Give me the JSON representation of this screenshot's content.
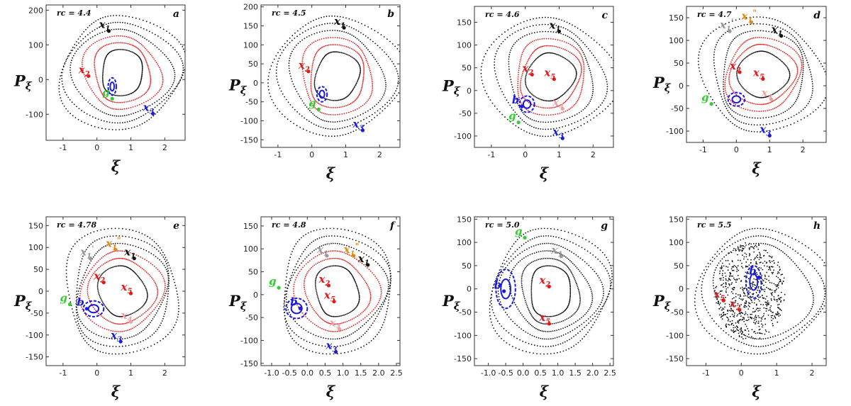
{
  "colors": {
    "black": "#111111",
    "red": "#e01a1a",
    "blue": "#1a1ae0",
    "green": "#33cc33",
    "gray": "#999999",
    "orange": "#e08a10",
    "pink": "#f0a0a0",
    "purple": "#8833aa"
  },
  "y_axis_symbol": "P",
  "y_axis_subscript": "ξ",
  "x_axis_symbol": "ξ",
  "chart_data": [
    {
      "panel": "a",
      "type": "scatter",
      "rc_label": "rc = 4.4",
      "xlim": [
        -1.5,
        2.6
      ],
      "ylim": [
        -175,
        215
      ],
      "xticks": [
        "-1",
        "0",
        "1",
        "2"
      ],
      "xtick_values": [
        -1,
        0,
        1,
        2
      ],
      "yticks": [
        "-100",
        "0",
        "100",
        "200"
      ],
      "ytick_values": [
        -100,
        0,
        100,
        200
      ],
      "points": [
        {
          "label": "x",
          "sub": "1",
          "sup": "",
          "color": "black",
          "x": 0.35,
          "y": 140
        },
        {
          "label": "x",
          "sub": "2",
          "sup": "",
          "color": "red",
          "x": -0.25,
          "y": 10
        },
        {
          "label": "g",
          "sub": "",
          "sup": "",
          "color": "green",
          "x": 0.45,
          "y": -55
        },
        {
          "label": "x",
          "sub": "3",
          "sup": "",
          "color": "blue",
          "x": 1.65,
          "y": -98
        }
      ],
      "islands": [
        {
          "color": "blue",
          "x": 0.45,
          "y": -20,
          "rx": 0.12,
          "ry": 25
        }
      ]
    },
    {
      "panel": "b",
      "type": "scatter",
      "rc_label": "rc = 4.5",
      "xlim": [
        -1.5,
        2.6
      ],
      "ylim": [
        -170,
        205
      ],
      "xticks": [
        "-1",
        "0",
        "1",
        "2"
      ],
      "xtick_values": [
        -1,
        0,
        1,
        2
      ],
      "yticks": [
        "-150",
        "-100",
        "-50",
        "0",
        "50",
        "100",
        "150",
        "200"
      ],
      "ytick_values": [
        -150,
        -100,
        -50,
        0,
        50,
        100,
        150,
        200
      ],
      "points": [
        {
          "label": "x",
          "sub": "1",
          "sup": "",
          "color": "black",
          "x": 0.95,
          "y": 145
        },
        {
          "label": "x",
          "sub": "2",
          "sup": "",
          "color": "red",
          "x": -0.1,
          "y": 30
        },
        {
          "label": "g",
          "sub": "",
          "sup": "",
          "color": "green",
          "x": 0.2,
          "y": -70
        },
        {
          "label": "x",
          "sub": "3",
          "sup": "",
          "color": "blue",
          "x": 1.5,
          "y": -125
        }
      ],
      "islands": [
        {
          "color": "blue",
          "x": 0.3,
          "y": -30,
          "rx": 0.15,
          "ry": 20
        }
      ]
    },
    {
      "panel": "c",
      "type": "scatter",
      "rc_label": "rc = 4.6",
      "xlim": [
        -1.5,
        2.6
      ],
      "ylim": [
        -125,
        185
      ],
      "xticks": [
        "-1",
        "0",
        "1",
        "2"
      ],
      "xtick_values": [
        -1,
        0,
        1,
        2
      ],
      "yticks": [
        "-100",
        "-50",
        "0",
        "50",
        "100",
        "150"
      ],
      "ytick_values": [
        -100,
        -50,
        0,
        50,
        100,
        150
      ],
      "points": [
        {
          "label": "x",
          "sub": "1",
          "sup": "",
          "color": "black",
          "x": 1.0,
          "y": 130
        },
        {
          "label": "x",
          "sub": "2",
          "sup": "",
          "color": "red",
          "x": 0.2,
          "y": 35
        },
        {
          "label": "x",
          "sub": "5",
          "sup": "",
          "color": "red",
          "x": 0.85,
          "y": 25
        },
        {
          "label": "x",
          "sub": "4",
          "sup": "",
          "color": "pink",
          "x": 1.1,
          "y": -40
        },
        {
          "label": "b",
          "sub": "",
          "sup": "",
          "color": "blue",
          "x": -0.1,
          "y": -35
        },
        {
          "label": "g",
          "sub": "",
          "sup": "",
          "color": "green",
          "x": -0.2,
          "y": -70
        },
        {
          "label": "x",
          "sub": "3",
          "sup": "",
          "color": "blue",
          "x": 1.1,
          "y": -105
        }
      ],
      "islands": [
        {
          "color": "blue",
          "x": 0.05,
          "y": -30,
          "rx": 0.22,
          "ry": 18
        }
      ]
    },
    {
      "panel": "d",
      "type": "scatter",
      "rc_label": "rc = 4.7",
      "xlim": [
        -1.5,
        2.7
      ],
      "ylim": [
        -125,
        175
      ],
      "xticks": [
        "-1",
        "0",
        "1",
        "2"
      ],
      "xtick_values": [
        -1,
        0,
        1,
        2
      ],
      "yticks": [
        "-100",
        "-50",
        "0",
        "50",
        "100",
        "150"
      ],
      "ytick_values": [
        -100,
        -50,
        0,
        50,
        100,
        150
      ],
      "points": [
        {
          "label": "x",
          "sub": "1",
          "sup": "",
          "color": "black",
          "x": 1.35,
          "y": 110
        },
        {
          "label": "x",
          "sub": "1",
          "sup": "'",
          "color": "gray",
          "x": -0.2,
          "y": 120
        },
        {
          "label": "x",
          "sub": "1",
          "sup": "\"",
          "color": "orange",
          "x": 0.45,
          "y": 140
        },
        {
          "label": "x",
          "sub": "2",
          "sup": "",
          "color": "red",
          "x": 0.1,
          "y": 30
        },
        {
          "label": "x",
          "sub": "5",
          "sup": "",
          "color": "red",
          "x": 0.8,
          "y": 15
        },
        {
          "label": "x",
          "sub": "4",
          "sup": "",
          "color": "pink",
          "x": 1.05,
          "y": -30
        },
        {
          "label": "g",
          "sub": "",
          "sup": "",
          "color": "green",
          "x": -0.75,
          "y": -40
        },
        {
          "label": "x",
          "sub": "3",
          "sup": "",
          "color": "blue",
          "x": 1.0,
          "y": -110
        }
      ],
      "islands": [
        {
          "color": "blue",
          "x": 0.0,
          "y": -30,
          "rx": 0.25,
          "ry": 15
        }
      ]
    },
    {
      "panel": "e",
      "type": "scatter",
      "rc_label": "rc = 4.78",
      "xlim": [
        -1.5,
        2.6
      ],
      "ylim": [
        -170,
        170
      ],
      "xticks": [
        "-1",
        "0",
        "1",
        "2"
      ],
      "xtick_values": [
        -1,
        0,
        1,
        2
      ],
      "yticks": [
        "-150",
        "-100",
        "-50",
        "0",
        "50",
        "100",
        "150"
      ],
      "ytick_values": [
        -150,
        -100,
        -50,
        0,
        50,
        100,
        150
      ],
      "points": [
        {
          "label": "x",
          "sub": "1",
          "sup": "",
          "color": "black",
          "x": 1.1,
          "y": 75
        },
        {
          "label": "x",
          "sub": "1",
          "sup": "'",
          "color": "gray",
          "x": -0.2,
          "y": 75
        },
        {
          "label": "x",
          "sub": "1",
          "sup": "\"",
          "color": "orange",
          "x": 0.55,
          "y": 95
        },
        {
          "label": "x",
          "sub": "2",
          "sup": "",
          "color": "red",
          "x": 0.2,
          "y": 20
        },
        {
          "label": "x",
          "sub": "5",
          "sup": "",
          "color": "red",
          "x": 1.0,
          "y": -5
        },
        {
          "label": "x",
          "sub": "4",
          "sup": "",
          "color": "pink",
          "x": 1.0,
          "y": -70
        },
        {
          "label": "b",
          "sub": "",
          "sup": "",
          "color": "blue",
          "x": -0.3,
          "y": -40
        },
        {
          "label": "g",
          "sub": "",
          "sup": "",
          "color": "green",
          "x": -0.8,
          "y": -30
        },
        {
          "label": "x",
          "sub": "3",
          "sup": "",
          "color": "blue",
          "x": 0.7,
          "y": -115
        }
      ],
      "islands": [
        {
          "color": "blue",
          "x": -0.1,
          "y": -40,
          "rx": 0.3,
          "ry": 18
        }
      ]
    },
    {
      "panel": "f",
      "type": "scatter",
      "rc_label": "rc = 4.8",
      "xlim": [
        -1.3,
        2.6
      ],
      "ylim": [
        -155,
        170
      ],
      "xticks": [
        "-1.0",
        "-0.5",
        "0.0",
        "0.5",
        "1.0",
        "1.5",
        "2.0",
        "2.5"
      ],
      "xtick_values": [
        -1.0,
        -0.5,
        0.0,
        0.5,
        1.0,
        1.5,
        2.0,
        2.5
      ],
      "yticks": [
        "-150",
        "-100",
        "-50",
        "0",
        "50",
        "100",
        "150"
      ],
      "ytick_values": [
        -150,
        -100,
        -50,
        0,
        50,
        100,
        150
      ],
      "points": [
        {
          "label": "x",
          "sub": "1",
          "sup": "",
          "color": "black",
          "x": 1.7,
          "y": 65
        },
        {
          "label": "x",
          "sub": "1",
          "sup": "'",
          "color": "gray",
          "x": 0.55,
          "y": 85
        },
        {
          "label": "x",
          "sub": "1",
          "sup": "\"",
          "color": "orange",
          "x": 1.3,
          "y": 85
        },
        {
          "label": "x",
          "sub": "2",
          "sup": "",
          "color": "red",
          "x": 0.6,
          "y": 20
        },
        {
          "label": "x",
          "sub": "5",
          "sup": "",
          "color": "red",
          "x": 0.75,
          "y": -15
        },
        {
          "label": "x",
          "sub": "4",
          "sup": "",
          "color": "pink",
          "x": 0.9,
          "y": -75
        },
        {
          "label": "b",
          "sub": "",
          "sup": "",
          "color": "blue",
          "x": -0.2,
          "y": -30
        },
        {
          "label": "g",
          "sub": "",
          "sup": "",
          "color": "green",
          "x": -0.8,
          "y": 15
        },
        {
          "label": "x",
          "sub": "3",
          "sup": "",
          "color": "blue",
          "x": 0.8,
          "y": -125
        }
      ],
      "islands": [
        {
          "color": "blue",
          "x": -0.3,
          "y": -30,
          "rx": 0.3,
          "ry": 22
        }
      ]
    },
    {
      "panel": "g",
      "type": "scatter",
      "rc_label": "rc = 5.0",
      "xlim": [
        -1.4,
        2.6
      ],
      "ylim": [
        -165,
        155
      ],
      "xticks": [
        "-1.0",
        "-0.5",
        "0.0",
        "0.5",
        "1.0",
        "1.5",
        "2.0",
        "2.5"
      ],
      "xtick_values": [
        -1.0,
        -0.5,
        0.0,
        0.5,
        1.0,
        1.5,
        2.0,
        2.5
      ],
      "yticks": [
        "-150",
        "-100",
        "-50",
        "0",
        "50",
        "100",
        "150"
      ],
      "ytick_values": [
        -150,
        -100,
        -50,
        0,
        50,
        100,
        150
      ],
      "points": [
        {
          "label": "x",
          "sub": "1",
          "sup": "",
          "color": "gray",
          "x": 1.1,
          "y": 70
        },
        {
          "label": "g",
          "sub": "",
          "sup": "",
          "color": "green",
          "x": 0.05,
          "y": 110
        },
        {
          "label": "b",
          "sub": "",
          "sup": "",
          "color": "blue",
          "x": -0.55,
          "y": -5
        },
        {
          "label": "x",
          "sub": "2",
          "sup": "",
          "color": "red",
          "x": 0.75,
          "y": 5
        },
        {
          "label": "x",
          "sub": "5",
          "sup": "",
          "color": "red",
          "x": 0.75,
          "y": -75
        }
      ],
      "islands": [
        {
          "color": "blue",
          "x": -0.5,
          "y": 0,
          "rx": 0.28,
          "ry": 42
        }
      ]
    },
    {
      "panel": "h",
      "type": "scatter",
      "rc_label": "rc = 5.5",
      "xlim": [
        -1.55,
        2.4
      ],
      "ylim": [
        -165,
        155
      ],
      "xticks": [
        "-1",
        "0",
        "1",
        "2"
      ],
      "xtick_values": [
        -1,
        0,
        1,
        2
      ],
      "yticks": [
        "-150",
        "-100",
        "-50",
        "0",
        "50",
        "100",
        "150"
      ],
      "ytick_values": [
        -150,
        -100,
        -50,
        0,
        50,
        100,
        150
      ],
      "points": [
        {
          "label": "b",
          "sub": "",
          "sup": "",
          "color": "blue",
          "x": 0.5,
          "y": 25
        },
        {
          "label": "x",
          "sub": "5",
          "sup": "",
          "color": "red",
          "x": -0.5,
          "y": -25
        },
        {
          "label": "x",
          "sub": "2",
          "sup": "",
          "color": "red",
          "x": -0.05,
          "y": -45
        }
      ],
      "islands": [
        {
          "color": "blue",
          "x": 0.35,
          "y": 15,
          "rx": 0.22,
          "ry": 35
        }
      ]
    }
  ]
}
